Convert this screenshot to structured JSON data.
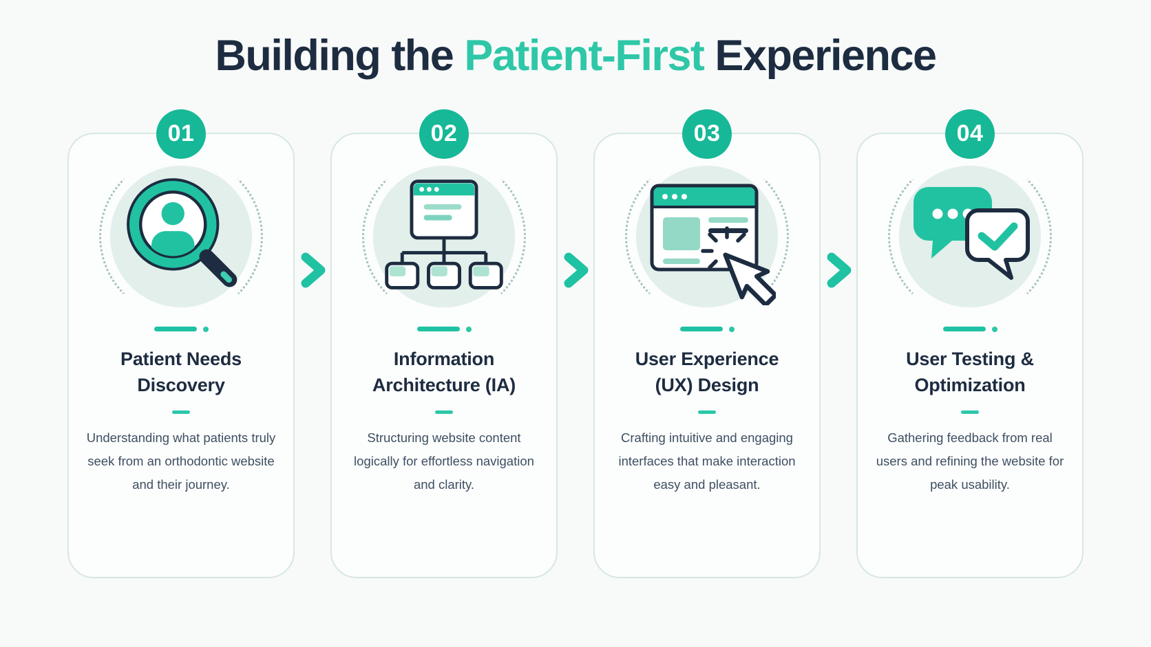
{
  "title": {
    "prefix": "Building the ",
    "highlight": "Patient-First",
    "suffix": " Experience"
  },
  "colors": {
    "accent_teal": "#1fc2a2",
    "badge_teal": "#16b897",
    "title_highlight": "#2ec7a7",
    "navy": "#1d2c40",
    "body_text": "#3e4f61",
    "card_border": "#d7e7e2",
    "mint_circle": "#e2efeb",
    "background": "#f7faf9"
  },
  "steps": [
    {
      "number": "01",
      "icon": "magnifier-user-icon",
      "title": "Patient Needs Discovery",
      "description": "Understanding what patients truly seek from an orthodontic website and their journey."
    },
    {
      "number": "02",
      "icon": "sitemap-icon",
      "title": "Information Architecture (IA)",
      "description": "Structuring website content logically for effortless navigation and clarity."
    },
    {
      "number": "03",
      "icon": "browser-cursor-icon",
      "title": "User Experience (UX) Design",
      "description": "Crafting intuitive and engaging interfaces that make interaction easy and pleasant."
    },
    {
      "number": "04",
      "icon": "chat-check-icon",
      "title": "User Testing & Optimization",
      "description": "Gathering feedback from real users and refining the website for peak usability."
    }
  ]
}
